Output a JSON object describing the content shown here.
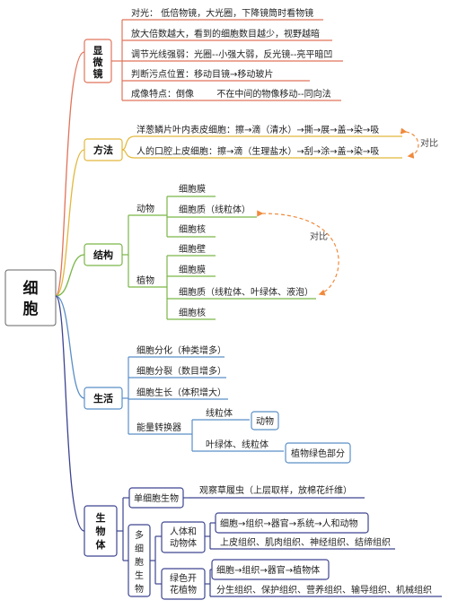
{
  "root": "细胞",
  "branches": {
    "microscope": {
      "label": "显微镜",
      "color": "#e0745a",
      "items": [
        "对光： 低倍物镜，大光圈，下降镜筒时看物镜",
        "放大倍数越大，看到的细胞数目越少，视野越暗",
        "调节光线强弱：光圈--小强大弱，反光镜--亮平暗凹",
        "判断污点位置：移动目镜→移动玻片",
        "成像特点：倒像        不在中间的物像移动--同向法"
      ]
    },
    "method": {
      "label": "方法",
      "color": "#e2b73b",
      "items": [
        "洋葱鳞片叶内表皮细胞：擦→滴（清水）→撕→展→盖→染→吸",
        "人的口腔上皮细胞：擦→滴（生理盐水）→刮→涂→盖→染→吸"
      ],
      "compare": "对比"
    },
    "structure": {
      "label": "结构",
      "color": "#7ab648",
      "animal": {
        "label": "动物",
        "items": [
          "细胞膜",
          "细胞质（线粒体）",
          "细胞核"
        ]
      },
      "plant": {
        "label": "植物",
        "items": [
          "细胞壁",
          "细胞膜",
          "细胞质（线粒体、叶绿体、液泡）",
          "细胞核"
        ]
      },
      "compare": "对比"
    },
    "life": {
      "label": "生活",
      "color": "#5b8fc7",
      "items": [
        "细胞分化（种类增多）",
        "细胞分裂（数目增多）",
        "细胞生长（体积增大）"
      ],
      "energy": {
        "label": "能量转换器",
        "animal_organelle": "线粒体",
        "animal_tag": "动物",
        "plant_organelle": "叶绿体、线粒体",
        "plant_tag": "植物绿色部分"
      }
    },
    "organism": {
      "label": "生物体",
      "color": "#3d4590",
      "single": {
        "label": "单细胞生物",
        "item": "观察草履虫（上层取样，放棉花纤维）"
      },
      "multi": {
        "label": "多细胞生物",
        "human": {
          "label": "人体和动物体",
          "levels": "细胞→组织→器官→系统→人和动物",
          "tissues": "上皮组织、肌肉组织、神经组织、结缔组织"
        },
        "plant": {
          "label": "绿色开花植物",
          "levels": "细胞→组织→器官→植物体",
          "tissues": "分生组织、保护组织、营养组织、输导组织、机械组织"
        }
      }
    }
  }
}
